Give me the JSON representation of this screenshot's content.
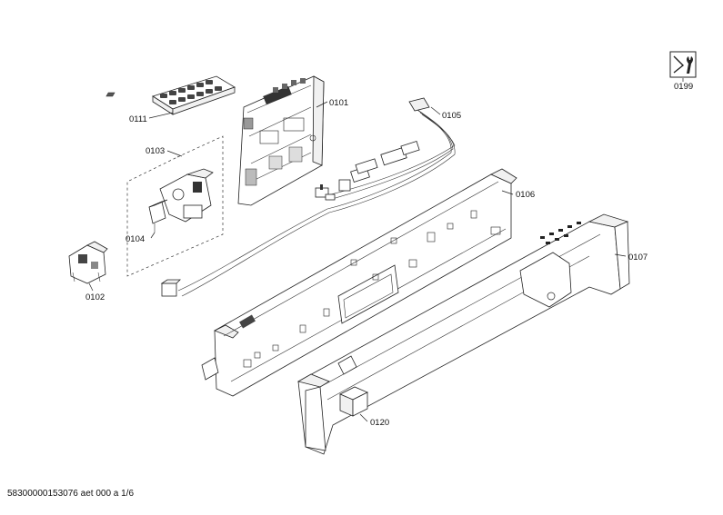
{
  "diagram": {
    "labels": {
      "p0199": "0199",
      "p0101": "0101",
      "p0111": "0111",
      "p0105": "0105",
      "p0103": "0103",
      "p0106": "0106",
      "p0104": "0104",
      "p0107": "0107",
      "p0102": "0102",
      "p0120": "0120"
    },
    "footer_text": "58300000153076 aet 000 a 1/6"
  }
}
